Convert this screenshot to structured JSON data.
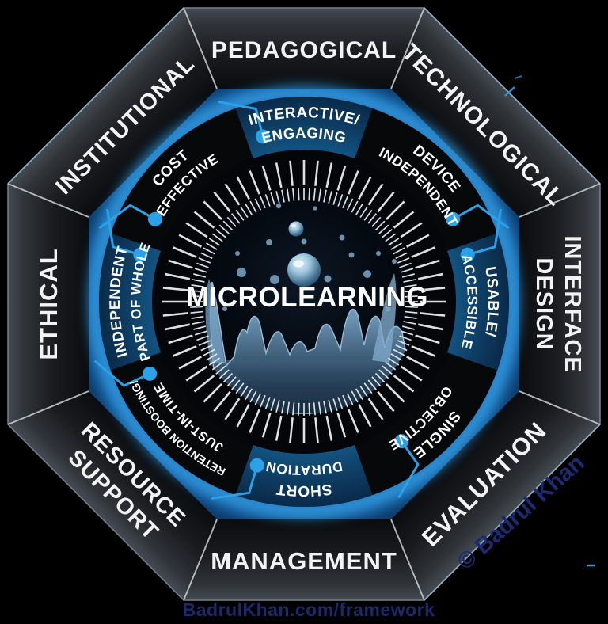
{
  "diagram_title": "MICROLEARNING",
  "watermark": "BadrulKhan.com/framework",
  "copyright": "© Badrul Khan",
  "colors": {
    "accent_blue": "#2D9FE1",
    "glow_blue": "#1C6FB6",
    "navy_text": "#1B2A6B",
    "segment_blue_fill": "#0E3D63",
    "segment_black_fill": "#070809",
    "face_dark": "#1A1C20",
    "label_white": "#F2F3F5"
  },
  "outer_faces": [
    {
      "id": "pedagogical",
      "label": "PEDAGOGICAL"
    },
    {
      "id": "technological",
      "label": "TECHNOLOGICAL"
    },
    {
      "id": "interface-design",
      "label_line1": "INTERFACE",
      "label_line2": "DESIGN"
    },
    {
      "id": "evaluation",
      "label": "EVALUATION"
    },
    {
      "id": "management",
      "label": "MANAGEMENT"
    },
    {
      "id": "resource-support",
      "label_line1": "RESOURCE",
      "label_line2": "SUPPORT"
    },
    {
      "id": "ethical",
      "label": "ETHICAL"
    },
    {
      "id": "institutional",
      "label": "INSTITUTIONAL"
    }
  ],
  "ring_segments": [
    {
      "id": "interactive-engaging",
      "line1": "INTERACTIVE/",
      "line2": "ENGAGING",
      "style": "blue",
      "position": "top"
    },
    {
      "id": "device-independent",
      "line1": "DEVICE",
      "line2": "INDEPENDENT",
      "style": "black",
      "position": "top-right"
    },
    {
      "id": "usable-accessible",
      "line1": "USABLE/",
      "line2": "ACCESSIBLE",
      "style": "blue",
      "position": "right"
    },
    {
      "id": "single-objective",
      "line1": "SINGLE",
      "line2": "OBJECTIVE",
      "style": "black",
      "position": "bottom-right"
    },
    {
      "id": "short-duration",
      "line1": "SHORT",
      "line2": "DURATION",
      "style": "blue",
      "position": "bottom"
    },
    {
      "id": "retention-boosting-just-in-time",
      "line1": "RETENTION BOOSTING/",
      "line2": "JUST-IN-TIME",
      "style": "black",
      "position": "bottom-left"
    },
    {
      "id": "independent-part-of-whole",
      "line1": "INDEPENDENT",
      "line2": "PART OF WHOLE",
      "style": "blue",
      "position": "left"
    },
    {
      "id": "cost-effective",
      "line1": "COST",
      "line2": "EFFECTIVE",
      "style": "black",
      "position": "top-left"
    }
  ]
}
